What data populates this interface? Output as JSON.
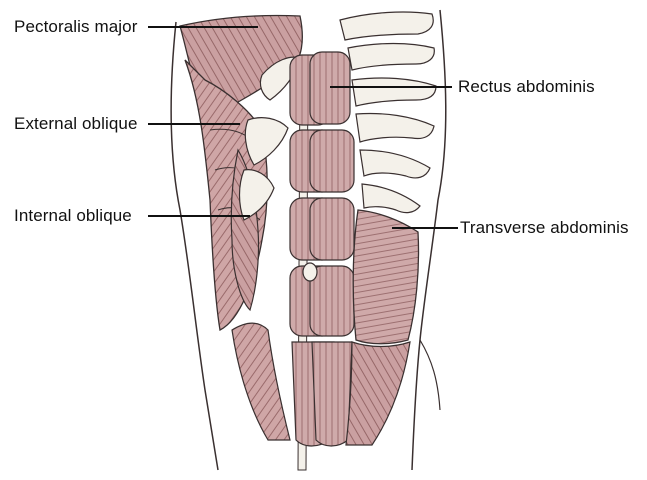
{
  "labels": {
    "pectoralis_major": "Pectoralis major",
    "external_oblique": "External oblique",
    "internal_oblique": "Internal oblique",
    "rectus_abdominis": "Rectus abdominis",
    "transverse_abdominis": "Transverse abdominis"
  },
  "colors": {
    "muscle": "#c9a3a3",
    "muscle_dark": "#9c6f70",
    "outline": "#3a3030",
    "bone": "#f4f1ea",
    "background": "#ffffff"
  }
}
